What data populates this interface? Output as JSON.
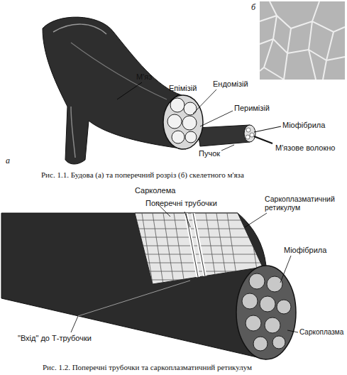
{
  "diagram": {
    "labels": [
      "М'яз",
      "Епімізій",
      "Ендомізій",
      "Перимізій",
      "Пучок",
      "Міофібрила",
      "М'язове волокно",
      "а",
      "б",
      "Рис. 1.1. Будова (а) та поперечний розріз (б) скелетного м'яза",
      "Сарколема",
      "Поперечні трубочки",
      "Саркоплазматичний ретикулум",
      "Міофібрила",
      "Саркоплазма",
      "\"Вхід\" до Т-трубочки",
      "Рис. 1.2. Поперечні трубочки та саркоплазматичний ретикулум"
    ]
  }
}
